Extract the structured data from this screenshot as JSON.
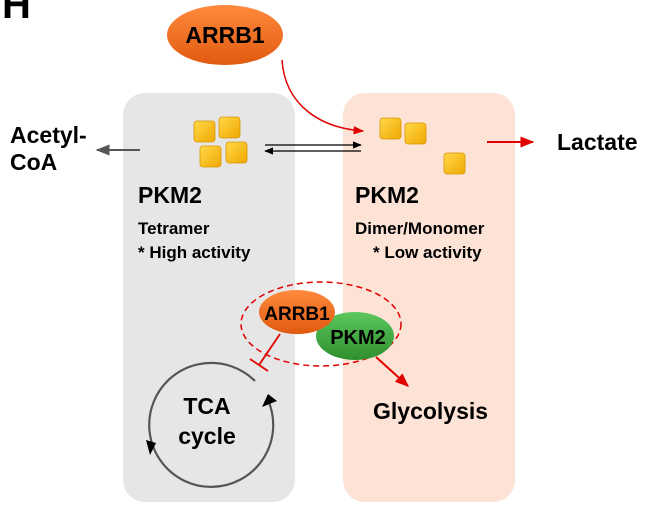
{
  "panel_letter": "H",
  "nodes": {
    "arrb1_top": "ARRB1",
    "acetyl_coa_line1": "Acetyl-",
    "acetyl_coa_line2": "CoA",
    "lactate": "Lactate",
    "glycolysis": "Glycolysis",
    "tca_line1": "TCA",
    "tca_line2": "cycle"
  },
  "left_panel": {
    "title": "PKM2",
    "state": "Tetramer",
    "activity": "* High activity"
  },
  "right_panel": {
    "title": "PKM2",
    "state": "Dimer/Monomer",
    "activity": "* Low activity"
  },
  "complex": {
    "arrb1": "ARRB1",
    "pkm2": "PKM2"
  },
  "colors": {
    "left_panel": "#e6e6e6",
    "right_panel": "#fde3d6",
    "arrb1": "#f26a1b",
    "pkm2": "#3aa83a",
    "pkm2_subunit": "#ffc000",
    "inhibition": "#ff0000"
  }
}
